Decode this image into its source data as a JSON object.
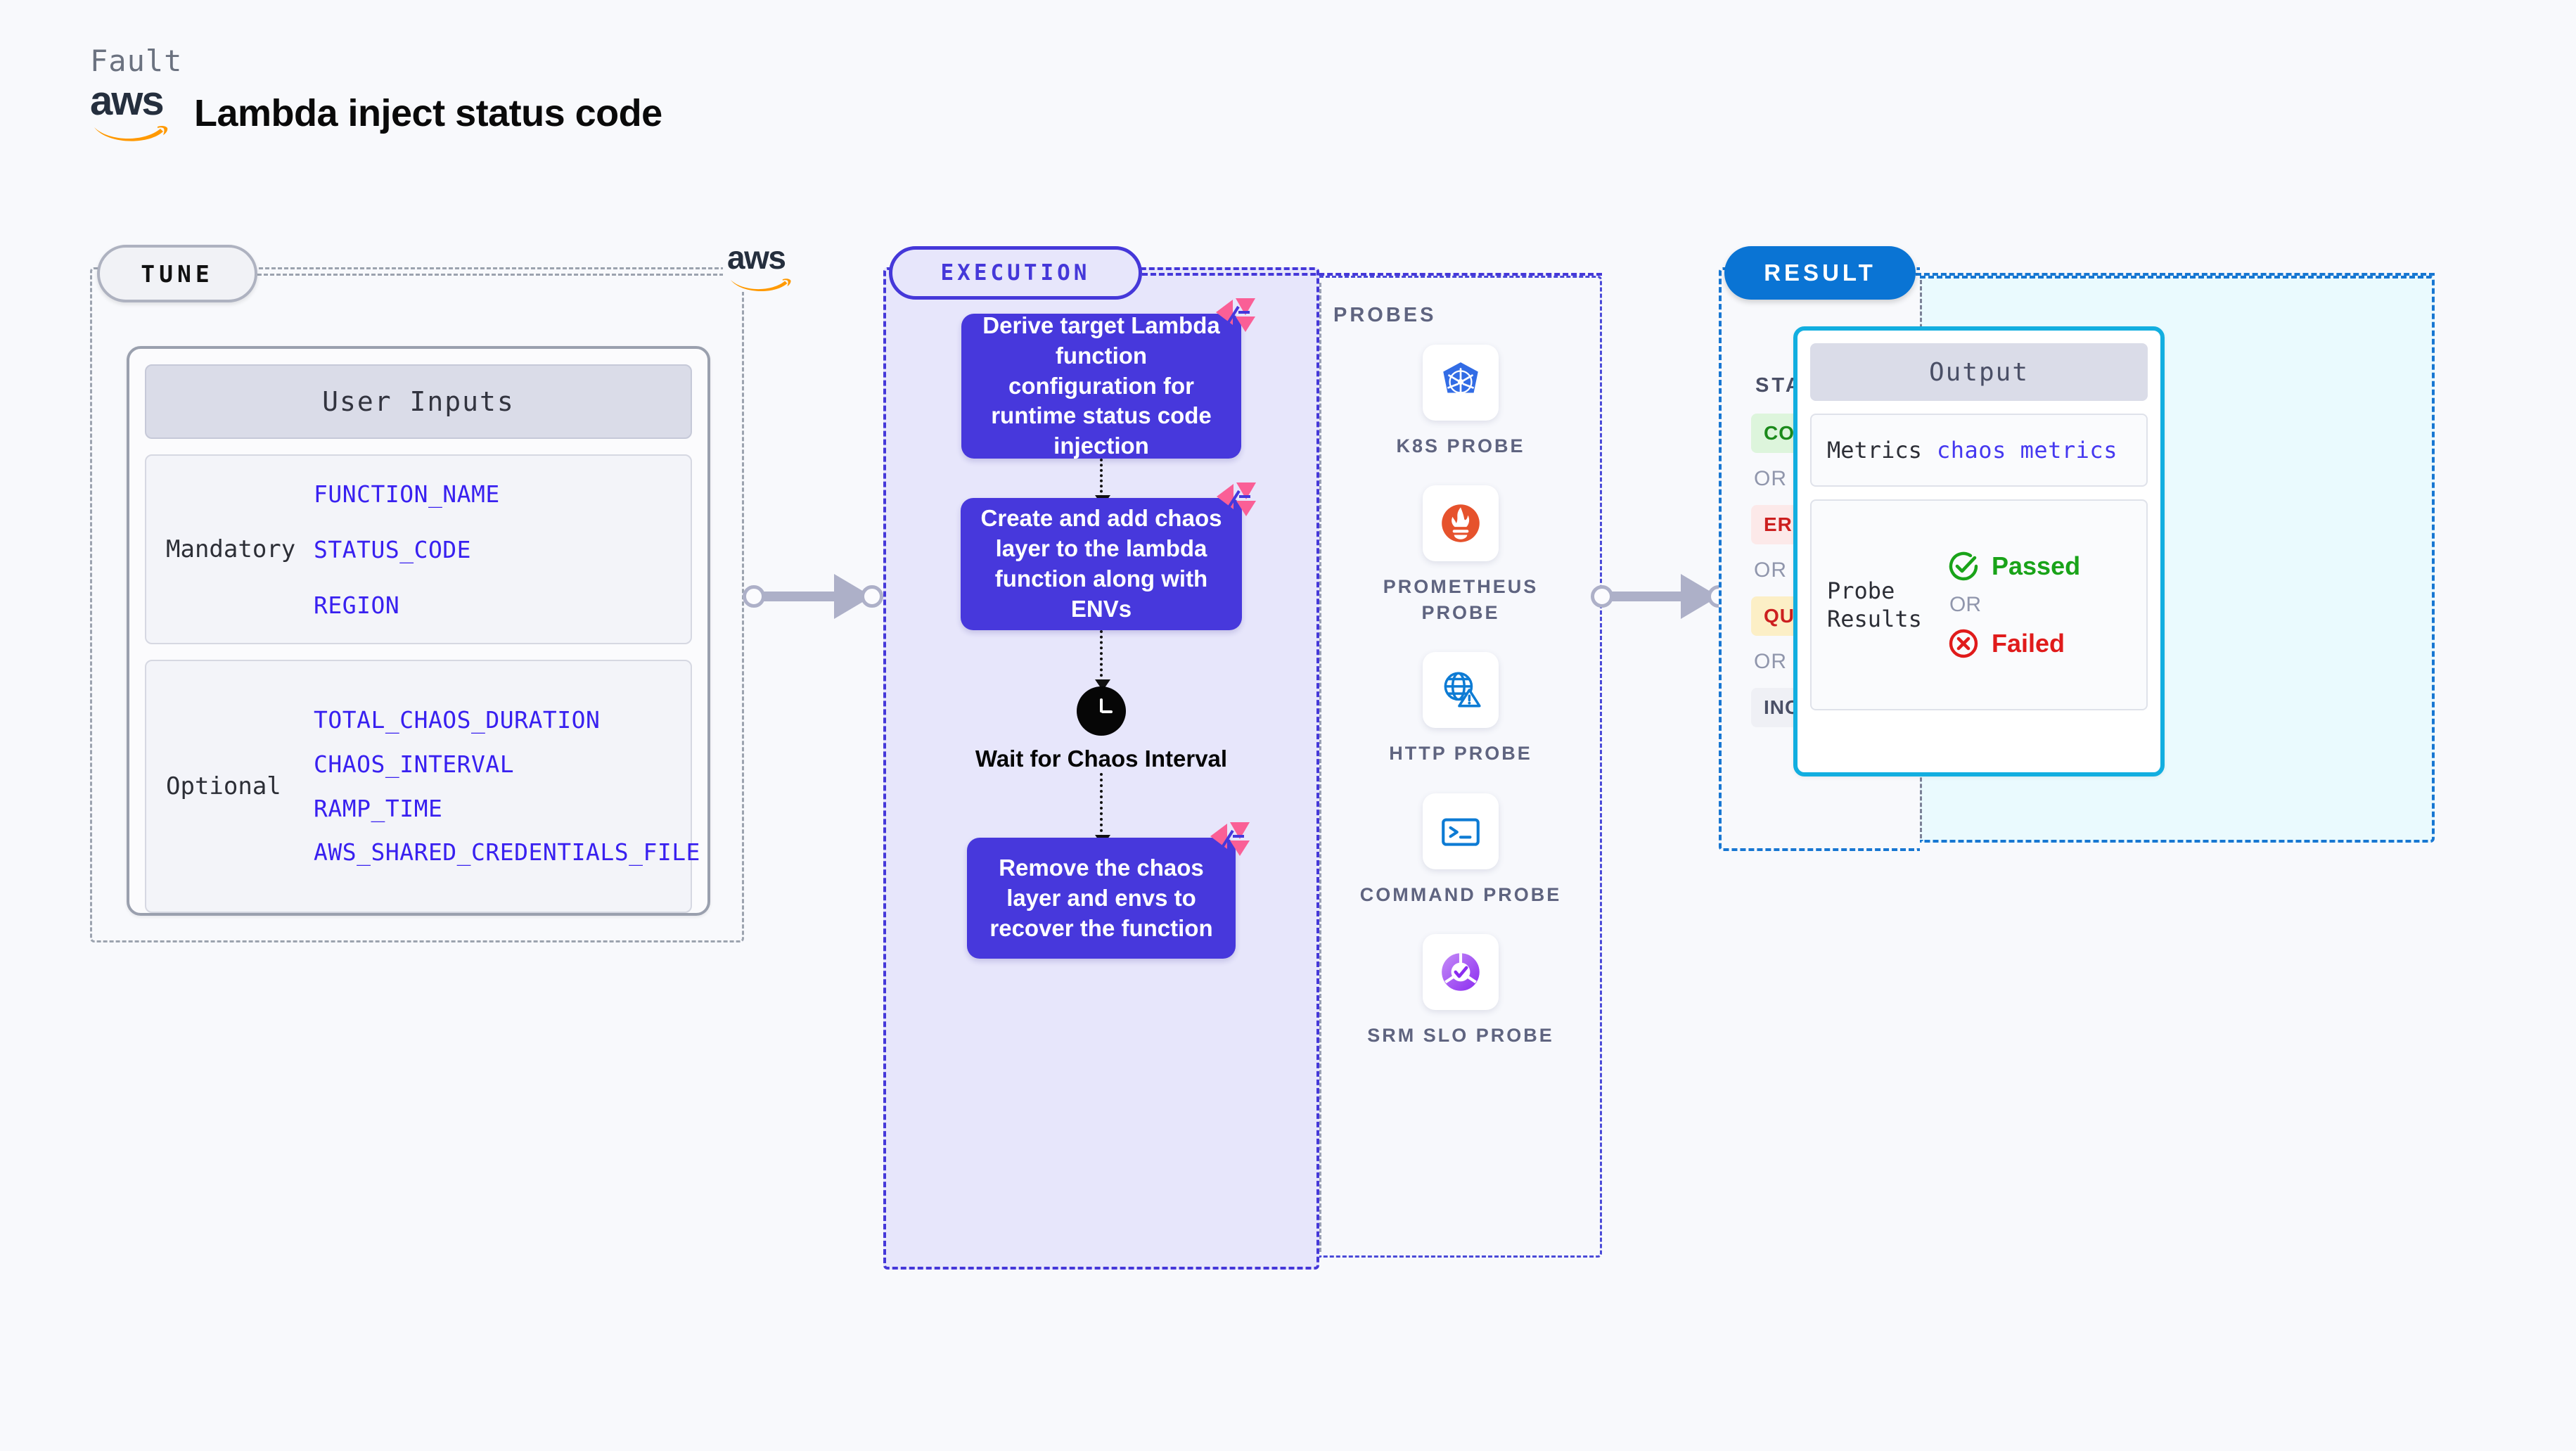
{
  "header": {
    "kind_label": "Fault",
    "title": "Lambda inject status code",
    "logo_name": "aws"
  },
  "tune": {
    "badge": "TUNE",
    "logo_name": "aws",
    "card_title": "User Inputs",
    "groups": [
      {
        "label": "Mandatory",
        "vars": [
          "FUNCTION_NAME",
          "STATUS_CODE",
          "REGION"
        ]
      },
      {
        "label": "Optional",
        "vars": [
          "TOTAL_CHAOS_DURATION",
          "CHAOS_INTERVAL",
          "RAMP_TIME",
          "AWS_SHARED_CREDENTIALS_FILE"
        ]
      }
    ]
  },
  "execution": {
    "badge": "EXECUTION",
    "steps": [
      {
        "text": "Derive target Lambda function configuration for runtime status code injection",
        "badge_icon": "chaos-flag-icon"
      },
      {
        "text": "Create and add chaos layer to the lambda function along with ENVs",
        "badge_icon": "chaos-flag-icon"
      },
      {
        "text": "Remove the chaos layer and envs to recover the function",
        "badge_icon": "chaos-flag-icon"
      }
    ],
    "wait_node": {
      "icon": "clock-icon",
      "label": "Wait for Chaos Interval"
    },
    "probes_title": "PROBES",
    "probes": [
      {
        "label": "K8S PROBE",
        "icon": "kubernetes-icon",
        "color": "#326CE5"
      },
      {
        "label": "PROMETHEUS PROBE",
        "icon": "prometheus-icon",
        "color": "#E6522C"
      },
      {
        "label": "HTTP PROBE",
        "icon": "globe-alert-icon",
        "color": "#0D7BD4"
      },
      {
        "label": "COMMAND PROBE",
        "icon": "terminal-icon",
        "color": "#0D7BD4"
      },
      {
        "label": "SRM SLO PROBE",
        "icon": "slo-donut-check-icon",
        "color": "#9B4DF0"
      }
    ]
  },
  "result": {
    "badge": "RESULT",
    "status_label": "STATUS",
    "or_text": "OR",
    "statuses": [
      {
        "text": "COMPLETED",
        "color": "#1B8A1B",
        "bg": "#DDF5DC"
      },
      {
        "text": "ERRORED",
        "color": "#CC1F1F",
        "bg": "#FCE9E9"
      },
      {
        "text": "QUEUED",
        "color": "#CC1F1F",
        "bg": "#FCEFC6"
      },
      {
        "text": "INCOMPLETED",
        "color": "#4A4F66",
        "bg": "#EFF0F5"
      }
    ],
    "output": {
      "title": "Output",
      "metrics_key": "Metrics",
      "metrics_value": "chaos metrics",
      "probe_results_key": "Probe Results",
      "passed": "Passed",
      "failed": "Failed",
      "or_text": "OR",
      "passed_color": "#19A319",
      "failed_color": "#E01B1B"
    }
  }
}
